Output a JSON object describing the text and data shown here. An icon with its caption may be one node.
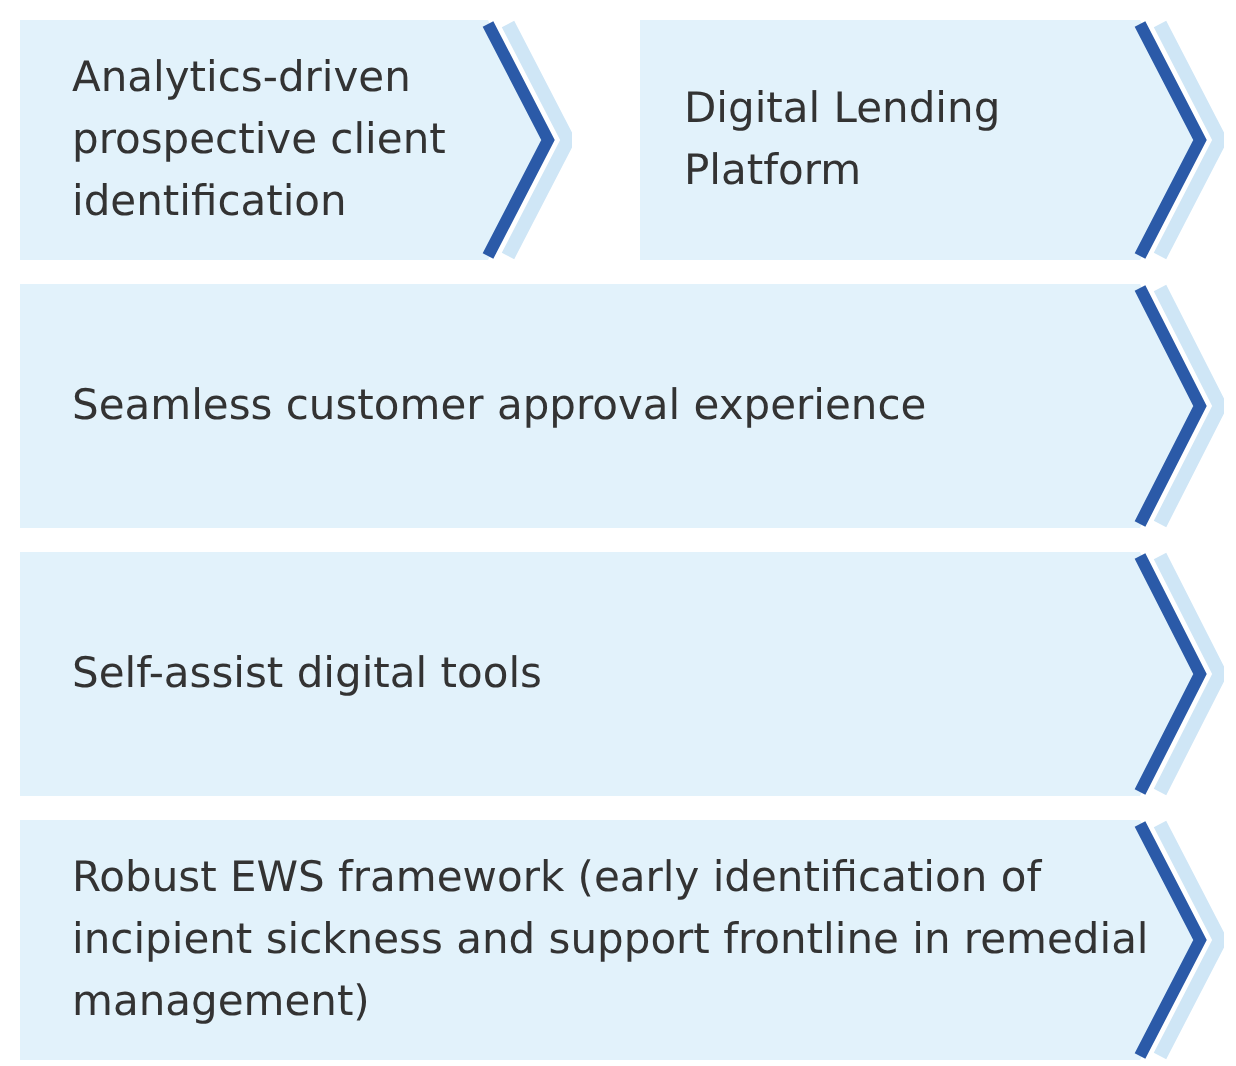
{
  "diagram": {
    "nodes": [
      {
        "text": [
          "Analytics-driven prospective client identification"
        ]
      },
      {
        "text": [
          "Digital Lending Platform"
        ]
      },
      {
        "text": [
          "Seamless customer approval experience"
        ]
      },
      {
        "text": [
          "Self-assist digital tools"
        ]
      },
      {
        "text": [
          "Robust EWS framework (early identification of incipient sickness and support frontline in remedial management)"
        ]
      }
    ]
  }
}
